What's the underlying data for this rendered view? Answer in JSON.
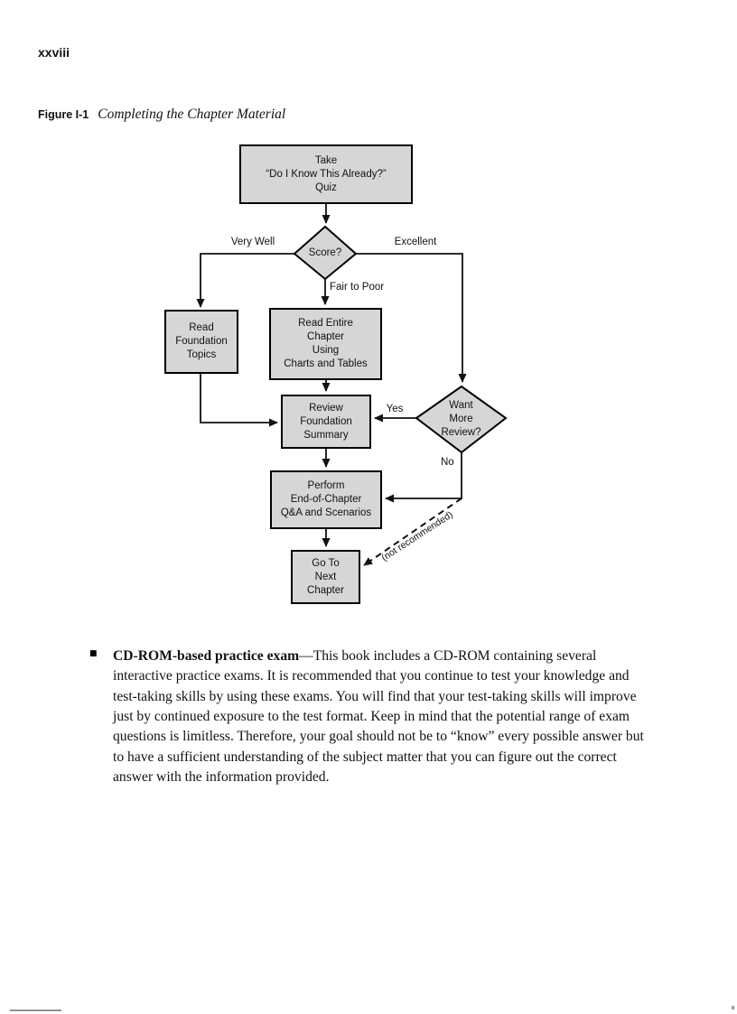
{
  "page": {
    "number": "xxviii"
  },
  "figure": {
    "label": "Figure I-1",
    "title": "Completing the Chapter Material"
  },
  "flowchart": {
    "nodes": {
      "take_quiz": "Take\n“Do I Know This Already?”\nQuiz",
      "score": "Score?",
      "read_foundation": "Read\nFoundation\nTopics",
      "read_entire": "Read Entire\nChapter\nUsing\nCharts and Tables",
      "review_summary": "Review\nFoundation\nSummary",
      "want_review": "Want\nMore\nReview?",
      "perform_qa": "Perform\nEnd-of-Chapter\nQ&A and Scenarios",
      "go_next": "Go To\nNext\nChapter"
    },
    "labels": {
      "very_well": "Very Well",
      "excellent": "Excellent",
      "fair_to_poor": "Fair to Poor",
      "yes": "Yes",
      "no": "No",
      "not_recommended": "(not recommended)"
    }
  },
  "bullet_item": {
    "marker": "■",
    "lead_bold": "CD-ROM-based practice exam",
    "lines": [
      "—This book includes a CD-ROM containing several",
      "interactive practice exams. It is recommended that you continue to test your knowledge and",
      "test-taking skills by using these exams. You will find that your test-taking skills will improve",
      "just by continued exposure to the test format. Keep in mind that the potential range of exam",
      "questions is limitless. Therefore, your goal should not be to “know” every possible answer but",
      "to have a sufficient understanding of the subject matter that you can figure out the correct",
      "answer with the information provided."
    ]
  },
  "colors": {
    "node_fill": "#d6d6d6",
    "line": "#111111"
  }
}
